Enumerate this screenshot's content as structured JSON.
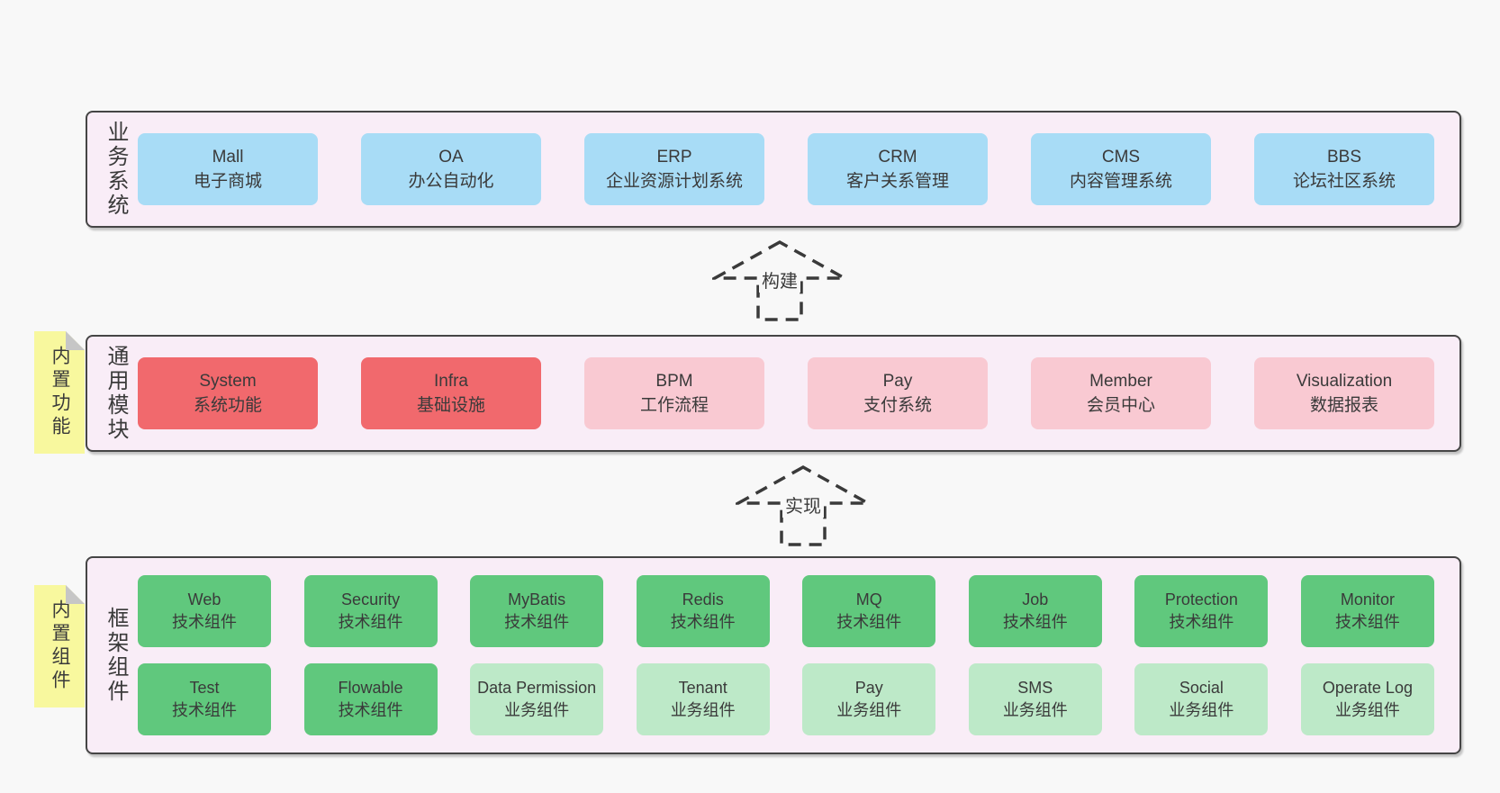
{
  "diagram_title": "",
  "colors": {
    "page_bg": "#f8f8f8",
    "layer_bg": "#f9edf7",
    "layer_border": "#454545",
    "blue_box": "#a8dcf6",
    "red_box": "#f1696d",
    "pink_box": "#f9c9d2",
    "green_box": "#60c87d",
    "lightgreen_box": "#bde9c8",
    "note_yellow": "#f8f89e",
    "note_fold": "#c6c6c6",
    "text": "#3a3a3a"
  },
  "arrows": [
    {
      "label": "构建"
    },
    {
      "label": "实现"
    }
  ],
  "notes": [
    {
      "text": "内置功能"
    },
    {
      "text": "内置组件"
    }
  ],
  "layers": [
    {
      "label": "业务系统",
      "rows": [
        {
          "boxes": [
            {
              "title": "Mall",
              "subtitle": "电子商城",
              "type": "blue"
            },
            {
              "title": "OA",
              "subtitle": "办公自动化",
              "type": "blue"
            },
            {
              "title": "ERP",
              "subtitle": "企业资源计划系统",
              "type": "blue"
            },
            {
              "title": "CRM",
              "subtitle": "客户关系管理",
              "type": "blue"
            },
            {
              "title": "CMS",
              "subtitle": "内容管理系统",
              "type": "blue"
            },
            {
              "title": "BBS",
              "subtitle": "论坛社区系统",
              "type": "blue"
            }
          ]
        }
      ]
    },
    {
      "label": "通用模块",
      "rows": [
        {
          "boxes": [
            {
              "title": "System",
              "subtitle": "系统功能",
              "type": "red"
            },
            {
              "title": "Infra",
              "subtitle": "基础设施",
              "type": "red"
            },
            {
              "title": "BPM",
              "subtitle": "工作流程",
              "type": "pink"
            },
            {
              "title": "Pay",
              "subtitle": "支付系统",
              "type": "pink"
            },
            {
              "title": "Member",
              "subtitle": "会员中心",
              "type": "pink"
            },
            {
              "title": "Visualization",
              "subtitle": "数据报表",
              "type": "pink"
            }
          ]
        }
      ]
    },
    {
      "label": "框架组件",
      "rows": [
        {
          "boxes": [
            {
              "title": "Web",
              "subtitle": "技术组件",
              "type": "green"
            },
            {
              "title": "Security",
              "subtitle": "技术组件",
              "type": "green"
            },
            {
              "title": "MyBatis",
              "subtitle": "技术组件",
              "type": "green"
            },
            {
              "title": "Redis",
              "subtitle": "技术组件",
              "type": "green"
            },
            {
              "title": "MQ",
              "subtitle": "技术组件",
              "type": "green"
            },
            {
              "title": "Job",
              "subtitle": "技术组件",
              "type": "green"
            },
            {
              "title": "Protection",
              "subtitle": "技术组件",
              "type": "green"
            },
            {
              "title": "Monitor",
              "subtitle": "技术组件",
              "type": "green"
            }
          ]
        },
        {
          "boxes": [
            {
              "title": "Test",
              "subtitle": "技术组件",
              "type": "green"
            },
            {
              "title": "Flowable",
              "subtitle": "技术组件",
              "type": "green"
            },
            {
              "title": "Data Permission",
              "subtitle": "业务组件",
              "type": "lightgreen"
            },
            {
              "title": "Tenant",
              "subtitle": "业务组件",
              "type": "lightgreen"
            },
            {
              "title": "Pay",
              "subtitle": "业务组件",
              "type": "lightgreen"
            },
            {
              "title": "SMS",
              "subtitle": "业务组件",
              "type": "lightgreen"
            },
            {
              "title": "Social",
              "subtitle": "业务组件",
              "type": "lightgreen"
            },
            {
              "title": "Operate Log",
              "subtitle": "业务组件",
              "type": "lightgreen"
            }
          ]
        }
      ]
    }
  ]
}
